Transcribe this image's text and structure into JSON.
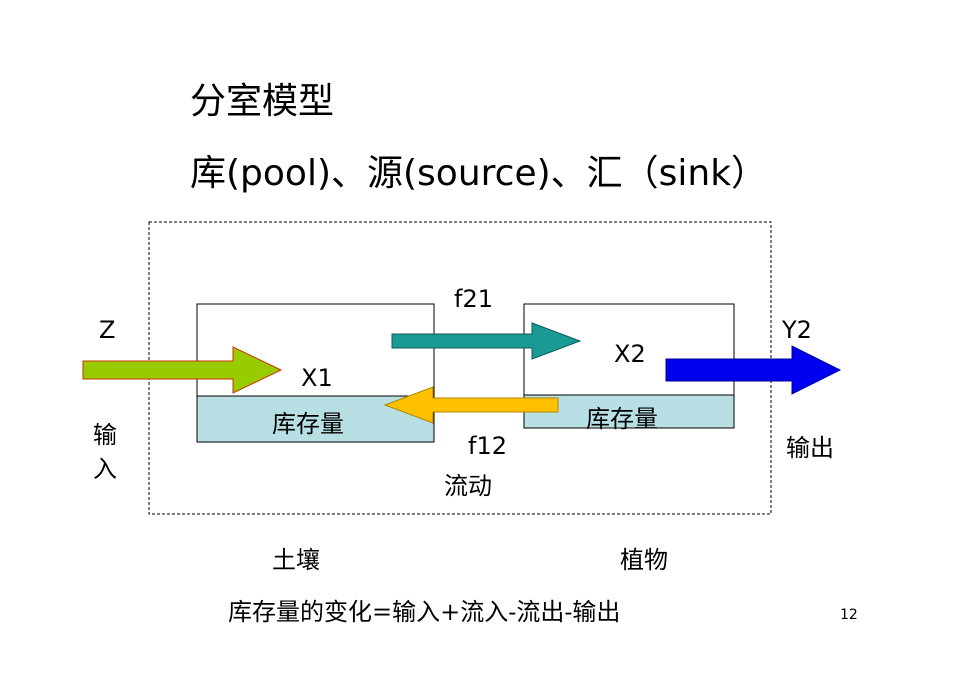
{
  "title": "分室模型",
  "subtitle": "库(pool)、源(source)、汇（sink）",
  "diagram": {
    "input_label": "Z",
    "input_text_v1": "输",
    "input_text_v2": "入",
    "output_label": "Y2",
    "output_text": "输出",
    "compartment1": {
      "name": "X1",
      "storage": "库存量",
      "caption": "土壤"
    },
    "compartment2": {
      "name": "X2",
      "storage": "库存量",
      "caption": "植物"
    },
    "flow_forward": "f21",
    "flow_backward": "f12",
    "flow_text": "流动",
    "colors": {
      "input_arrow": "#99cc00",
      "forward_arrow": "#1a9a94",
      "backward_arrow": "#ffc000",
      "output_arrow": "#0000ee",
      "storage_fill": "#b8e0e4"
    }
  },
  "equation": "库存量的变化=输入+流入-流出-输出",
  "page_number": "12"
}
